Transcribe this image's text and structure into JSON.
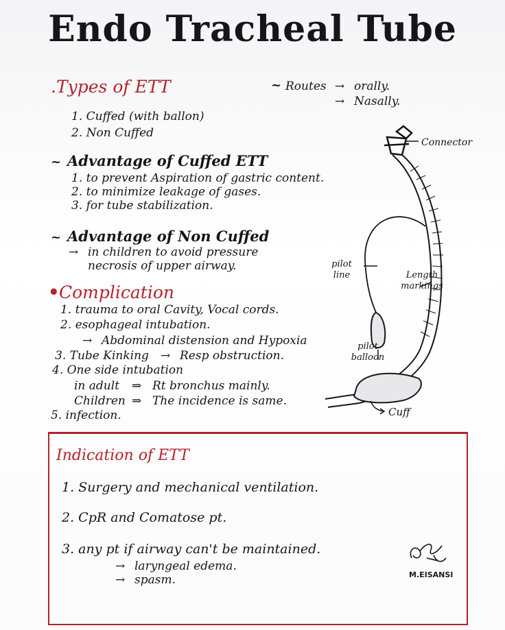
{
  "title": "Endo Tracheal Tube",
  "types": {
    "heading": ".Types of ETT",
    "items": [
      "1. Cuffed (with ballon)",
      "2. Non Cuffed"
    ]
  },
  "routes": {
    "label": "Routes",
    "items": [
      "orally.",
      "Nasally."
    ]
  },
  "cuffed_adv": {
    "heading": "Advantage of Cuffed ETT",
    "items": [
      "1. to prevent Aspiration of gastric content.",
      "2. to minimize leakage of gases.",
      "3. for tube stabilization."
    ]
  },
  "noncuffed_adv": {
    "heading": "Advantage of Non Cuffed",
    "lines": [
      "in children to avoid pressure",
      "necrosis of upper airway."
    ]
  },
  "complication": {
    "heading": "Complication",
    "items": [
      "1. trauma to oral Cavity, Vocal cords.",
      "2. esophageal intubation.",
      "Abdominal distension and Hypoxia",
      "3. Tube Kinking",
      "Resp obstruction.",
      "4. One side intubation",
      "in adult",
      "Rt bronchus mainly.",
      "Children",
      "The incidence is same.",
      "5. infection."
    ]
  },
  "diagram": {
    "connector": "Connector",
    "pilot_line": [
      "pilot",
      "line"
    ],
    "length_markings": [
      "Length",
      "markings"
    ],
    "pilot_balloon": [
      "pilot",
      "balloon"
    ],
    "cuff": "Cuff"
  },
  "indication": {
    "heading": "Indication of ETT",
    "items": [
      "1. Surgery and mechanical ventilation.",
      "2. CpR and Comatose pt.",
      "3. any pt if airway can't be maintained.",
      "laryngeal edema.",
      "spasm."
    ]
  },
  "signature": "M.EISANSI",
  "colors": {
    "accent": "#b3232a",
    "ink": "#15151c"
  }
}
